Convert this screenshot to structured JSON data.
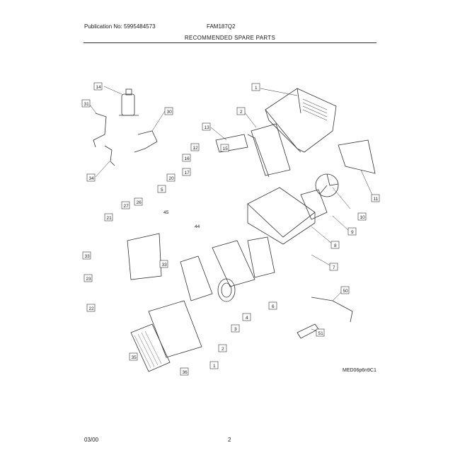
{
  "header": {
    "publication": "Publication No: 5995484573",
    "model": "FAM187Q2",
    "title": "RECOMMENDED SPARE PARTS"
  },
  "footer": {
    "date": "03/00",
    "page": "2"
  },
  "diagram": {
    "art_code": "MED06p6n9C1",
    "callouts": [
      "14",
      "31",
      "30",
      "34",
      "1",
      "2",
      "13",
      "16",
      "12",
      "15",
      "17",
      "20",
      "5",
      "27",
      "26",
      "21",
      "45",
      "44",
      "33",
      "23",
      "22",
      "35",
      "36",
      "11",
      "10",
      "9",
      "8",
      "7",
      "4",
      "3",
      "6",
      "2",
      "1",
      "50",
      "51",
      "33"
    ]
  }
}
